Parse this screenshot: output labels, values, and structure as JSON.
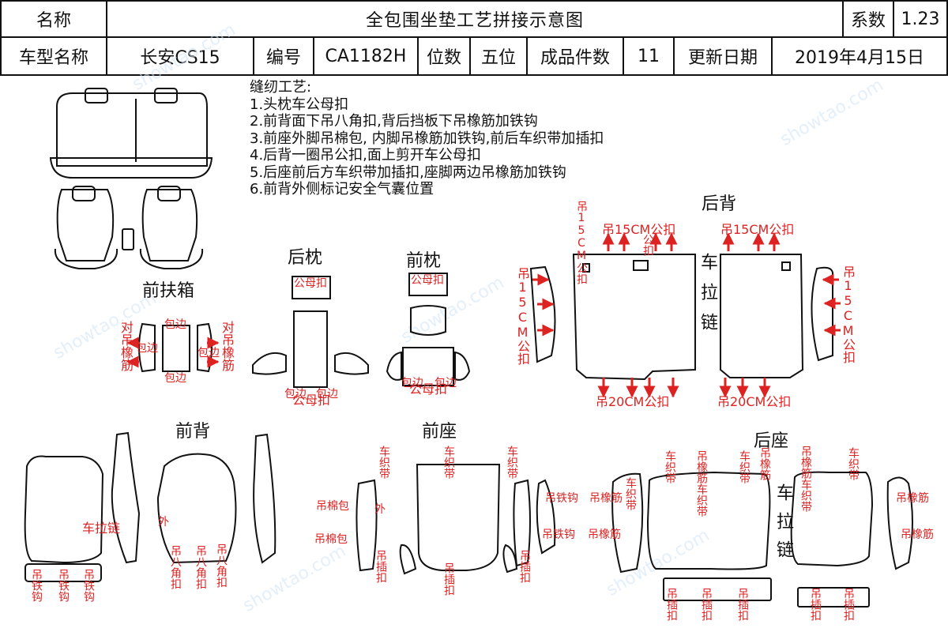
{
  "header": {
    "name_label": "名称",
    "title": "全包围坐垫工艺拼接示意图",
    "coef_label": "系数",
    "coef_value": "1.23",
    "model_label": "车型名称",
    "model_value": "长安CS15",
    "code_label": "编号",
    "code_value": "CA1182H",
    "seats_label": "位数",
    "seats_value": "五位",
    "pieces_label": "成品件数",
    "pieces_value": "11",
    "date_label": "更新日期",
    "date_value": "2019年4月15日"
  },
  "notes": {
    "title": "缝纫工艺:",
    "items": [
      "1.头枕车公母扣",
      "2.前背面下吊八角扣,背后挡板下吊橡筋加铁钩",
      "3.前座外脚吊棉包, 内脚吊橡筋加铁钩,前后车织带加插扣",
      "4.后背一圈吊公扣,面上剪开车公母扣",
      "5.后座前后方车织带加插扣,座脚两边吊橡筋加铁钩",
      "6.前背外侧标记安全气囊位置"
    ]
  },
  "sections": {
    "front_armrest": "前扶箱",
    "rear_headrest": "后枕",
    "front_headrest": "前枕",
    "rear_back": "后背",
    "front_back": "前背",
    "front_seat": "前座",
    "rear_seat": "后座"
  },
  "annotations": {
    "hang_rubber_pair": "对吊橡筋",
    "binding": "包边",
    "male_female_snap": "公母扣",
    "hang_15cm_male": "吊15CM公扣",
    "hang_20cm_male": "吊20CM公扣",
    "sew_zipper": "车拉链",
    "sew_zipper_v": "车拉链",
    "outer": "外",
    "hang_octagon": "吊八角扣",
    "hang_hook": "吊铁钩",
    "sew_webbing": "车织带",
    "hang_cotton": "吊棉包",
    "hang_buckle": "吊插扣",
    "hang_rubber": "吊橡筋",
    "rubber_short": "橡筋",
    "male_snap": "公扣",
    "hang_rubber_webbing": "吊橡筋车织带"
  },
  "watermark": "showtao.com",
  "colors": {
    "accent": "#d22",
    "line": "#111"
  }
}
